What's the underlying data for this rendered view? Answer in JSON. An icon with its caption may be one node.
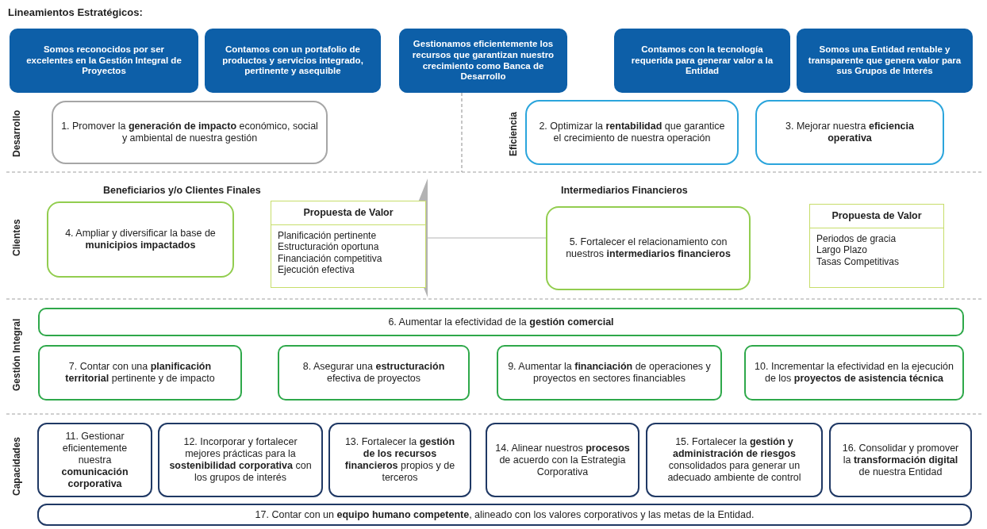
{
  "diagram": {
    "title": "Lineamientos Estratégicos:",
    "nodes": [
      {
        "text": [
          "Somos reconocidos por ser excelentes en la Gestión Integral de Proyectos"
        ]
      },
      {
        "text": [
          "Contamos con un portafolio de productos y servicios integrado, pertinente y asequible"
        ]
      },
      {
        "text": [
          "Gestionamos eficientemente los recursos que garantizan nuestro crecimiento como Banca de Desarrollo"
        ]
      },
      {
        "text": [
          "Contamos con la tecnología requerida para generar valor a la Entidad"
        ]
      },
      {
        "text": [
          "Somos una Entidad rentable y transparente que genera valor para sus Grupos de Interés"
        ]
      },
      {
        "text": [
          "1. Promover la **generación de impacto** económico, social y ambiental de nuestra gestión"
        ]
      },
      {
        "text": [
          "2. Optimizar la **rentabilidad** que garantice el crecimiento de nuestra operación"
        ]
      },
      {
        "text": [
          "3. Mejorar nuestra **eficiencia operativa**"
        ]
      },
      {
        "text": [
          "4. Ampliar y diversificar la base de **municipios impactados**"
        ]
      },
      {
        "text": [
          "Propuesta de Valor",
          "Planificación pertinente",
          "Estructuración oportuna",
          "Financiación competitiva",
          "Ejecución efectiva"
        ]
      },
      {
        "text": [
          "5. Fortalecer el relacionamiento con nuestros **intermediarios financieros**"
        ]
      },
      {
        "text": [
          "Propuesta de Valor",
          "Periodos de gracia",
          "Largo Plazo",
          "Tasas Competitivas"
        ]
      },
      {
        "text": [
          "6. Aumentar la efectividad de la **gestión comercial**"
        ]
      },
      {
        "text": [
          "7. Contar con una **planificación territorial** pertinente y de impacto"
        ]
      },
      {
        "text": [
          "8. Asegurar una **estructuración** efectiva de proyectos"
        ]
      },
      {
        "text": [
          "9. Aumentar la **financiación** de operaciones y proyectos en sectores financiables"
        ]
      },
      {
        "text": [
          "10. Incrementar la efectividad en la ejecución de los **proyectos de asistencia técnica**"
        ]
      },
      {
        "text": [
          "11. Gestionar eficientemente nuestra **comunicación corporativa**"
        ]
      },
      {
        "text": [
          "12. Incorporar y fortalecer mejores prácticas para la **sostenibilidad corporativa** con los grupos de interés"
        ]
      },
      {
        "text": [
          "13. Fortalecer la **gestión de los recursos financieros** propios y de terceros"
        ]
      },
      {
        "text": [
          "14. Alinear nuestros **procesos** de acuerdo con la Estrategia Corporativa"
        ]
      },
      {
        "text": [
          "15. Fortalecer la **gestión y administración de riesgos** consolidados para generar un adecuado ambiente de control"
        ]
      },
      {
        "text": [
          "16. Consolidar y promover la **transformación digital** de nuestra Entidad"
        ]
      },
      {
        "text": [
          "17. Contar con un **equipo humano competente**, alineado con los valores corporativos y las metas de la Entidad."
        ]
      }
    ],
    "edges": [
      {
        "from": 10,
        "to": 9,
        "arrow": "to"
      }
    ],
    "labels": [
      "Desarrollo",
      "Eficiencia",
      "Beneficiarios y/o Clientes Finales",
      "Intermediarios Financieros",
      "Clientes",
      "Gestión Integral",
      "Capacidades"
    ]
  }
}
